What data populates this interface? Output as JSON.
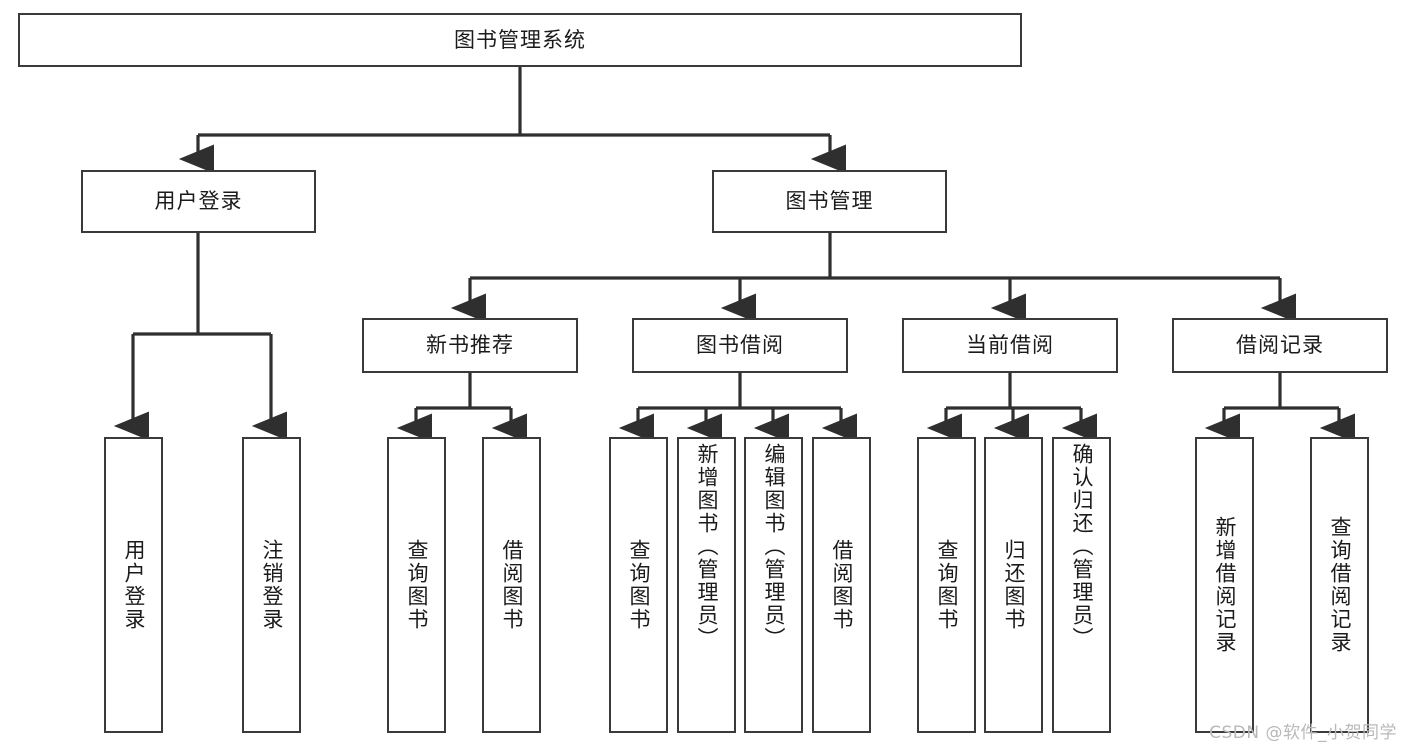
{
  "diagram": {
    "title": "图书管理系统",
    "type": "tree-hierarchy",
    "watermark": "CSDN @软件_小贺同学",
    "colors": {
      "box_border": "#3a3a3a",
      "box_fill": "#ffffff",
      "connector": "#2f2f2f",
      "text": "#1b1b1b",
      "watermark": "#b9b9b9"
    },
    "nodes": {
      "root": {
        "label": "图书管理系统"
      },
      "level2": [
        {
          "label": "用户登录"
        },
        {
          "label": "图书管理"
        }
      ],
      "level3": [
        {
          "label": "新书推荐"
        },
        {
          "label": "图书借阅"
        },
        {
          "label": "当前借阅"
        },
        {
          "label": "借阅记录"
        }
      ],
      "leaves": {
        "user_login": [
          {
            "label": "用户登录"
          },
          {
            "label": "注销登录"
          }
        ],
        "new_book_recommend": [
          {
            "label": "查询图书"
          },
          {
            "label": "借阅图书"
          }
        ],
        "book_borrow": [
          {
            "label": "查询图书"
          },
          {
            "label": "新增图书（管理员）"
          },
          {
            "label": "编辑图书（管理员）"
          },
          {
            "label": "借阅图书"
          }
        ],
        "current_borrow": [
          {
            "label": "查询图书"
          },
          {
            "label": "归还图书"
          },
          {
            "label": "确认归还（管理员）"
          }
        ],
        "borrow_record": [
          {
            "label": "新增借阅记录"
          },
          {
            "label": "查询借阅记录"
          }
        ]
      }
    }
  }
}
